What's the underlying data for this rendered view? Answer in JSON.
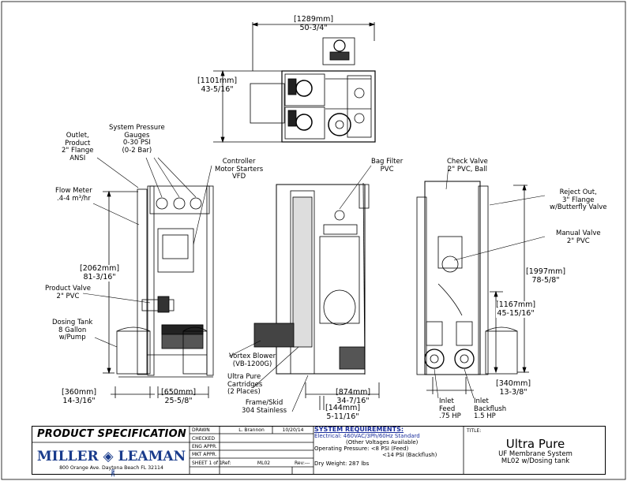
{
  "dimensions": {
    "top_width_mm": "[1289mm]",
    "top_width_in": "50-3/4\"",
    "top_depth_mm": "[1101mm]",
    "top_depth_in": "43-5/16\"",
    "front_height_mm": "[2062mm]",
    "front_height_in": "81-3/16\"",
    "tank_width_mm": "[360mm]",
    "tank_width_in": "14-3/16\"",
    "frame_width_mm": "[650mm]",
    "frame_width_in": "25-5/8\"",
    "side_width_mm": "[874mm]",
    "side_width_in": "34-7/16\"",
    "side_offset_mm": "[144mm]",
    "side_offset_in": "5-11/16\"",
    "rear_height_mm": "[1997mm]",
    "rear_height_in": "78-5/8\"",
    "rear_mid_mm": "[1167mm]",
    "rear_mid_in": "45-15/16\"",
    "rear_width_mm": "[340mm]",
    "rear_width_in": "13-3/8\""
  },
  "callouts": {
    "outlet": [
      "Outlet,",
      "Product",
      "2\" Flange",
      "ANSI"
    ],
    "pressure_gauges": [
      "System Pressure",
      "Gauges",
      "0-30 PSI",
      "(0-2 Bar)"
    ],
    "controller": [
      "Controller",
      "Motor Starters",
      "VFD"
    ],
    "flow_meter": [
      "Flow Meter",
      ".4-4 m³/hr"
    ],
    "product_valve": [
      "Product Valve",
      "2\" PVC"
    ],
    "dosing_tank": [
      "Dosing Tank",
      "8 Gallon",
      "w/Pump"
    ],
    "bag_filter": [
      "Bag Filter",
      "PVC"
    ],
    "vortex_blower": [
      "Vortex Blower",
      "(VB-1200G)"
    ],
    "cartridges": [
      "Ultra Pure",
      "Cartridges",
      "(2 Places)"
    ],
    "frame": [
      "Frame/Skid",
      "304 Stainless"
    ],
    "check_valve": [
      "Check Valve",
      "2\" PVC, Ball"
    ],
    "reject_out": [
      "Reject Out,",
      "3\" Flange",
      "w/Butterfly Valve"
    ],
    "manual_valve": [
      "Manual Valve",
      "2\" PVC"
    ],
    "inlet_feed": [
      "Inlet",
      "Feed",
      ".75 HP"
    ],
    "inlet_backflush": [
      "Inlet",
      "Backflush",
      "1.5 HP"
    ]
  },
  "title_block": {
    "product_spec": "PRODUCT SPECIFICATION",
    "company": "MILLER ◈ LEAMAN",
    "inc": "INC",
    "address": "800 Orange Ave. Daytona Beach FL 32114",
    "drawn_label": "DRAWN",
    "drawn_by": "L. Brannon",
    "drawn_date": "10/20/14",
    "checked_label": "CHECKED",
    "eng_label": "ENG APPR.",
    "mkt_label": "MKT APPR.",
    "sheet_label": "SHEET 1 of 1",
    "ref_label": "Ref:",
    "ref_value": "ML02",
    "rev_label": "Rev:---",
    "requirements_title": "SYSTEM REQUIREMENTS:",
    "req_electrical": "Electrical: 460VAC/3Ph/60Hz Standard",
    "req_electrical2": "(Other Voltages Available)",
    "req_pressure": "Operating Pressure: <8 PSI (Feed)",
    "req_pressure2": "<14 PSI (Backflush)",
    "req_weight": "Dry Weight: 287 lbs",
    "title_label": "TITLE:",
    "title_main": "Ultra Pure",
    "title_sub1": "UF Membrane System",
    "title_sub2": "ML02 w/Dosing tank"
  },
  "colors": {
    "company_blue": "#1a3c8c",
    "requirements_blue": "#1a2e9c"
  }
}
